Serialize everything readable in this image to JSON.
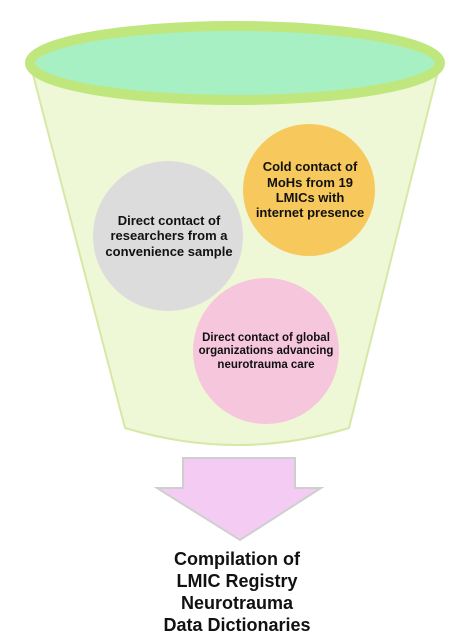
{
  "sources": {
    "researchers": "Direct contact of researchers from a convenience sample",
    "mohs": "Cold contact of MoHs from 19 LMICs with internet presence",
    "organizations": "Direct contact of global organizations advancing neurotrauma care"
  },
  "output": {
    "line1": "Compilation of",
    "line2": "LMIC Registry",
    "line3": "Neurotrauma",
    "line4": "Data Dictionaries"
  },
  "colors": {
    "funnel_fill": "#eef7d6",
    "funnel_stroke": "#d7e8a6",
    "rim_fill": "#a7f0c4",
    "rim_stroke": "#bfe77d",
    "researchers_circle": "#dcdcdc",
    "mohs_circle": "#f7c85b",
    "organizations_circle": "#f6c6dc",
    "arrow_fill": "#f4ccf3",
    "arrow_stroke": "#cfcfcf"
  }
}
